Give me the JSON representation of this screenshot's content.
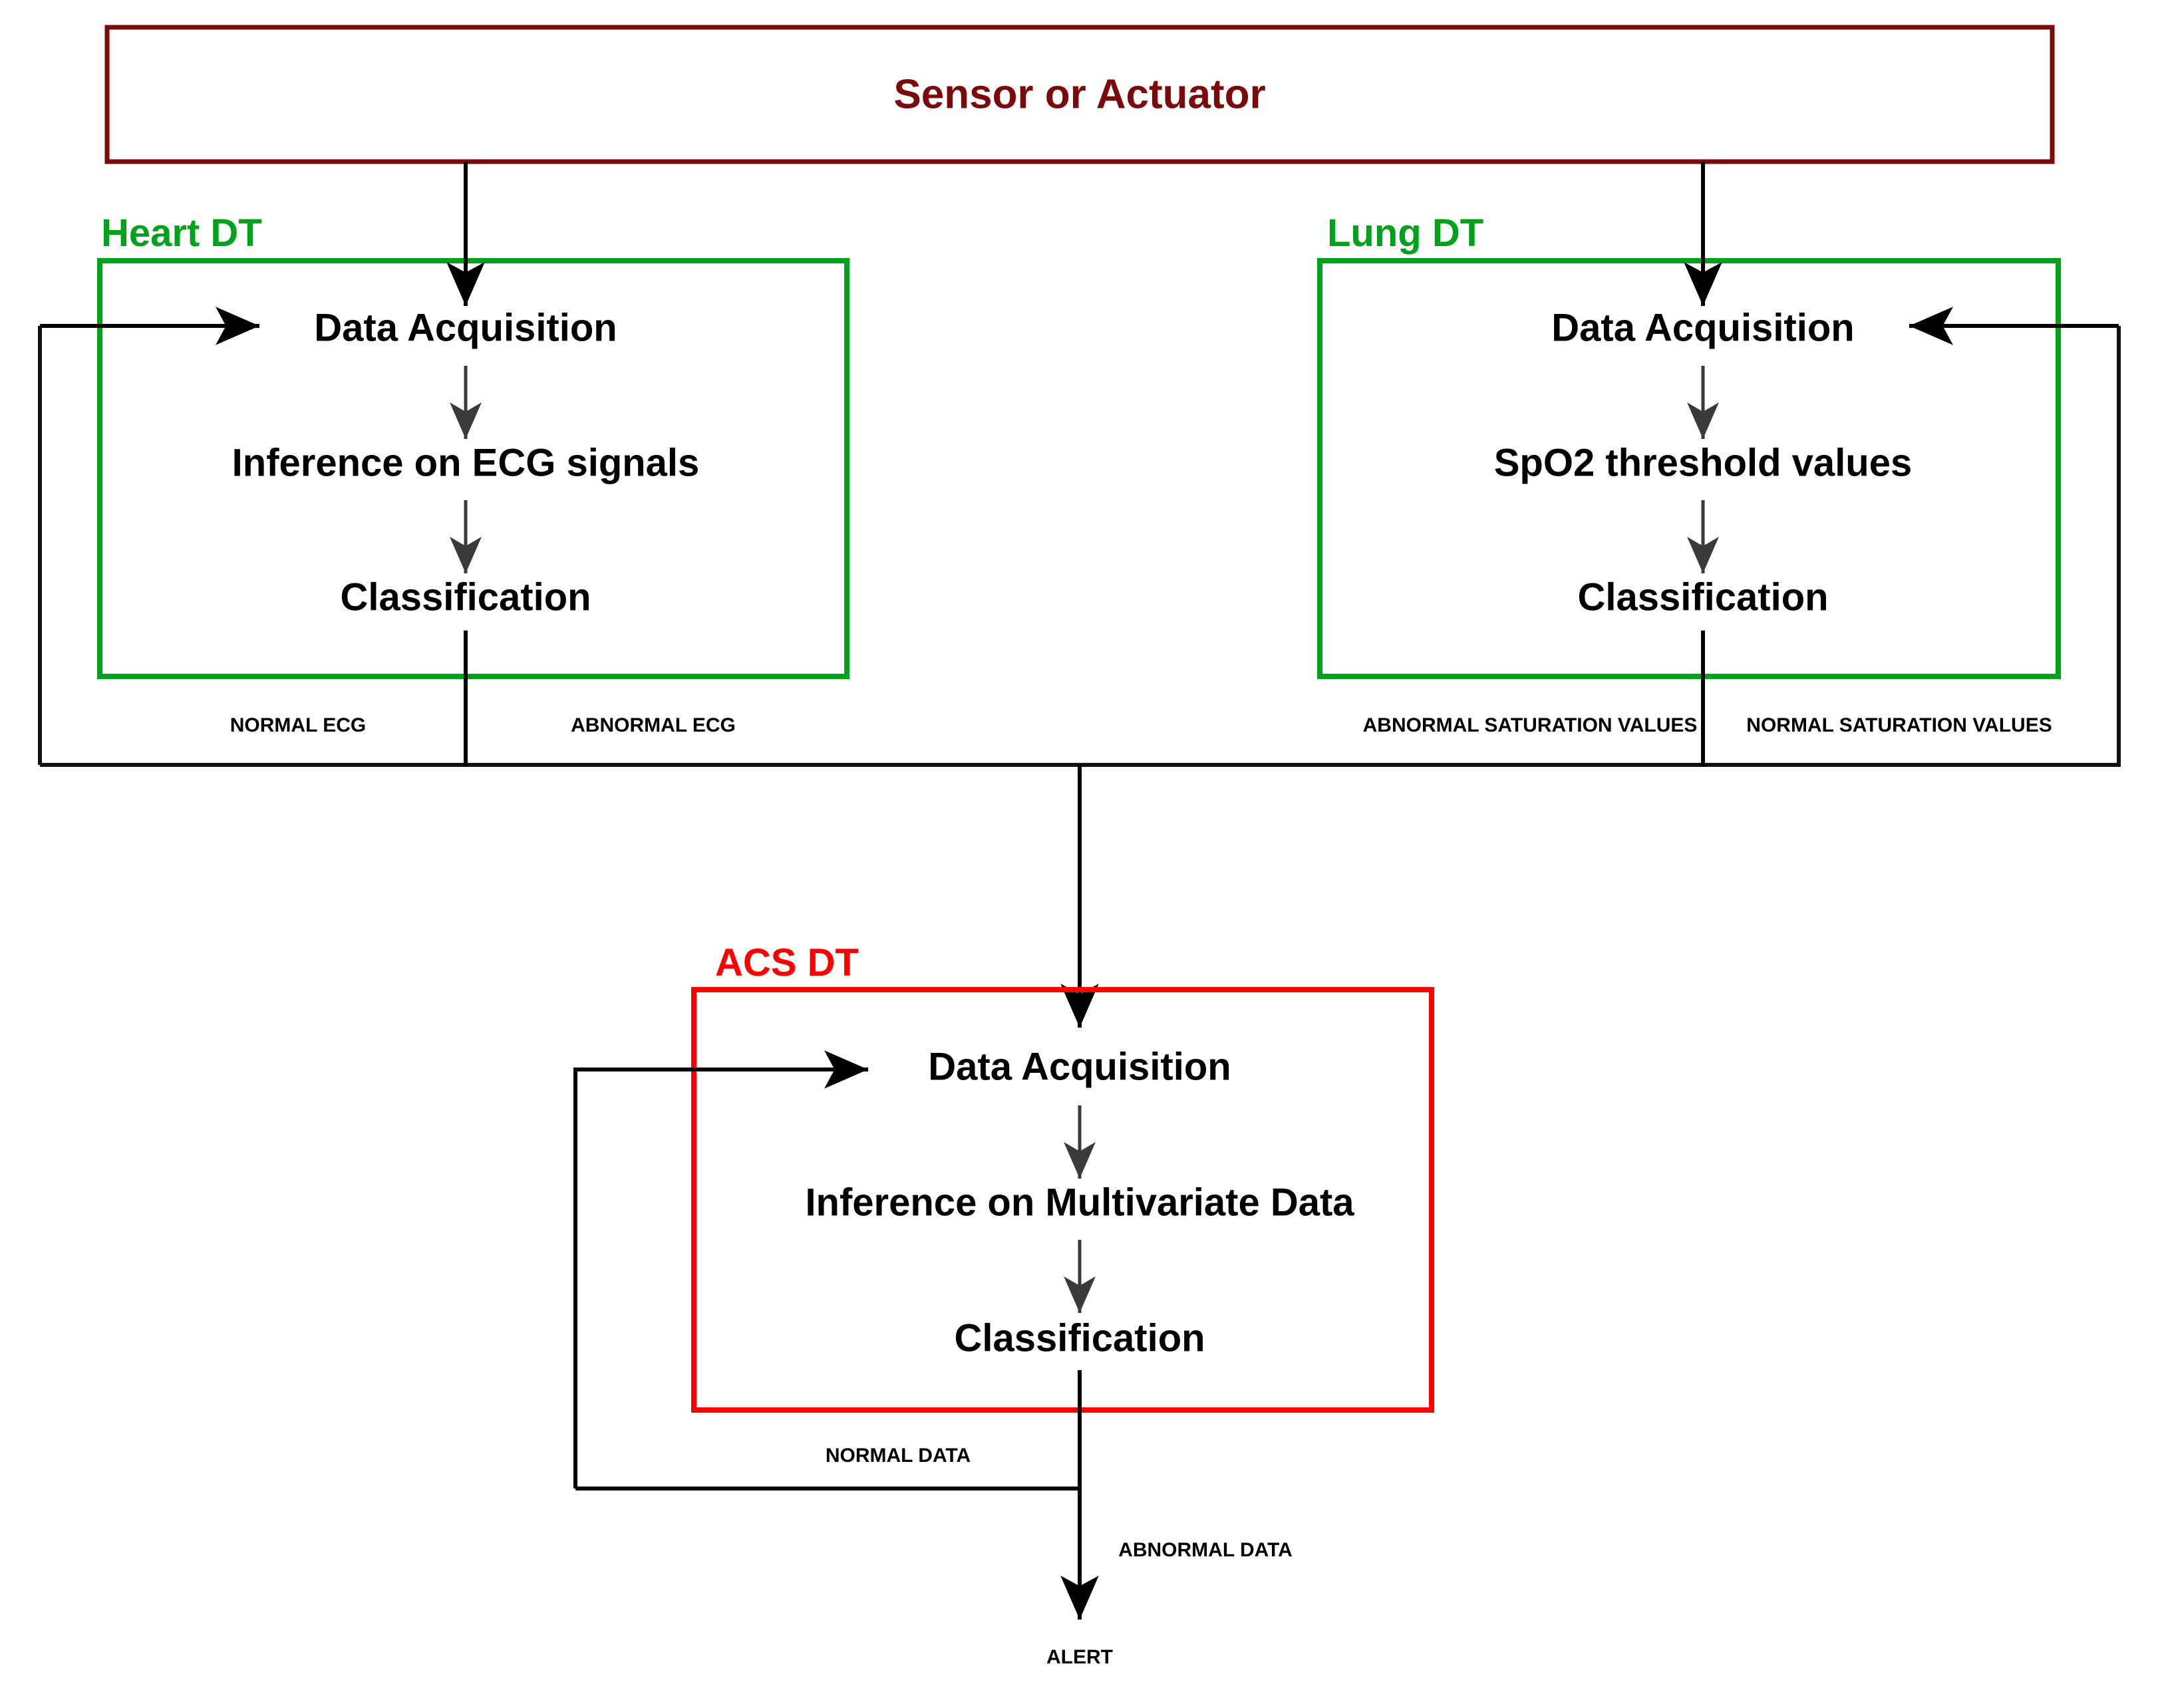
{
  "diagram": {
    "title_block": {
      "label": "Sensor or Actuator",
      "color": "#7B0A0A"
    },
    "groups": [
      {
        "id": "heart",
        "title": "Heart DT",
        "color": "#00A21B",
        "steps": [
          {
            "label": "Data Acquisition"
          },
          {
            "label": "Inference on ECG signals"
          },
          {
            "label": "Classification"
          }
        ],
        "outputs": [
          {
            "label": "NORMAL ECG"
          },
          {
            "label": "ABNORMAL ECG"
          }
        ]
      },
      {
        "id": "lung",
        "title": "Lung DT",
        "color": "#00A21B",
        "steps": [
          {
            "label": "Data Acquisition"
          },
          {
            "label": "SpO2 threshold values"
          },
          {
            "label": "Classification"
          }
        ],
        "outputs": [
          {
            "label": "ABNORMAL SATURATION VALUES"
          },
          {
            "label": "NORMAL SATURATION VALUES"
          }
        ]
      },
      {
        "id": "acs",
        "title": "ACS DT",
        "color": "#FF0000",
        "steps": [
          {
            "label": "Data Acquisition"
          },
          {
            "label": "Inference on Multivariate Data"
          },
          {
            "label": "Classification"
          }
        ],
        "outputs": [
          {
            "label": "NORMAL DATA"
          },
          {
            "label": "ABNORMAL DATA"
          }
        ]
      }
    ],
    "terminal": {
      "label": "ALERT"
    }
  }
}
